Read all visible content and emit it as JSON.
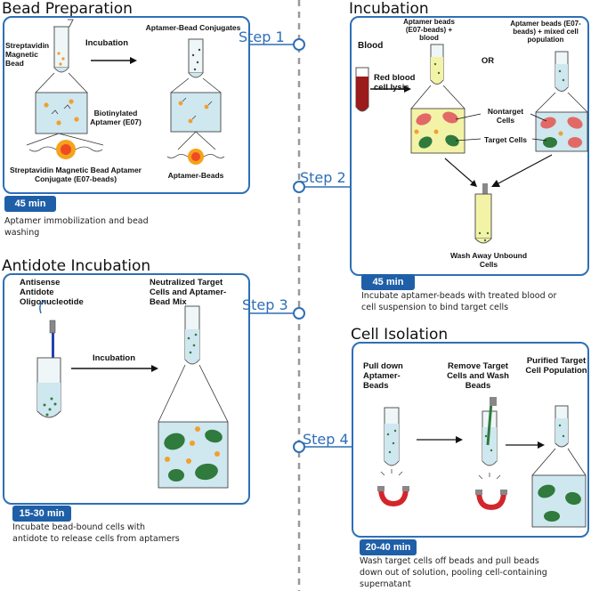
{
  "sections": {
    "bead_prep": {
      "title": "Bead Preparation",
      "time": "45 min",
      "desc": "Aptamer immobilization and bead washing",
      "labels": {
        "streptavidin_bead": "Streptavidin Magnetic Bead",
        "incubation": "Incubation",
        "conjugates": "Aptamer-Bead Conjugates",
        "biotinylated": "Biotinylated Aptamer (E07)",
        "conjugate_label": "Streptavidin Magnetic Bead Aptamer Conjugate (E07-beads)",
        "aptamer_beads": "Aptamer-Beads"
      }
    },
    "incubation": {
      "title": "Incubation",
      "time": "45 min",
      "desc": "Incubate aptamer-beads with treated blood or cell suspension to bind target cells",
      "labels": {
        "blood": "Blood",
        "aptamer_blood": "Aptamer beads (E07-beads) + blood",
        "or": "OR",
        "aptamer_mixed": "Aptamer beads (E07-beads) + mixed cell population",
        "rbc_lysis": "Red blood cell lysis",
        "nontarget": "Nontarget Cells",
        "target": "Target Cells",
        "wash_away": "Wash Away Unbound Cells"
      }
    },
    "antidote": {
      "title": "Antidote Incubation",
      "time": "15-30 min",
      "desc": "Incubate bead-bound cells with antidote to release cells from aptamers",
      "labels": {
        "antisense": "Antisense Antidote Oligonucleotide",
        "neutralized": "Neutralized Target Cells and Aptamer-Bead Mix",
        "incubation": "Incubation"
      }
    },
    "isolation": {
      "title": "Cell Isolation",
      "time": "20-40 min",
      "desc": "Wash target cells off beads and pull beads down out of solution, pooling cell-containing supernatant",
      "labels": {
        "pull_down": "Pull down Aptamer-Beads",
        "remove": "Remove Target Cells and Wash Beads",
        "purified": "Purified Target Cell Population"
      }
    }
  },
  "steps": [
    "Step 1",
    "Step 2",
    "Step 3",
    "Step 4"
  ],
  "colors": {
    "accent": "#2e6fb6",
    "badge": "#1f5fa8",
    "divider": "#999999",
    "target_cell": "#2f7a3c",
    "nontarget_cell": "#e26a66",
    "bead": "#f0a030",
    "liquid": "#cfe7ef",
    "blood": "#9c1b1b",
    "magnet": "#d2262b"
  }
}
